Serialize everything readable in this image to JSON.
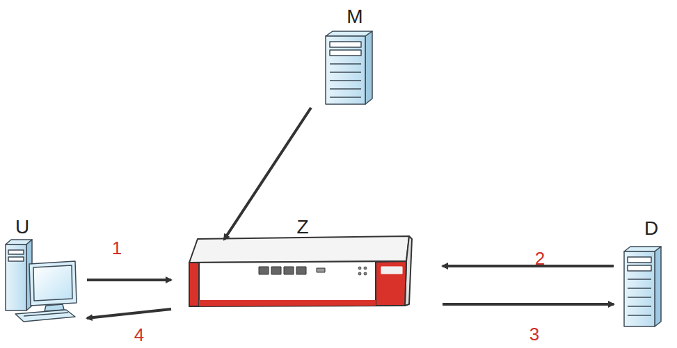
{
  "diagram": {
    "nodes": [
      {
        "text": [
          "M"
        ]
      },
      {
        "text": [
          "U"
        ]
      },
      {
        "text": [
          "Z"
        ]
      },
      {
        "text": [
          "D"
        ]
      }
    ],
    "edges": [
      {
        "from": 1,
        "to": 2,
        "label": "1",
        "arrow": "to"
      },
      {
        "from": 3,
        "to": 2,
        "label": "2",
        "arrow": "to"
      },
      {
        "from": 2,
        "to": 3,
        "label": "3",
        "arrow": "to"
      },
      {
        "from": 2,
        "to": 1,
        "label": "4",
        "arrow": "to"
      },
      {
        "from": 0,
        "to": 2,
        "arrow": "to"
      }
    ]
  }
}
